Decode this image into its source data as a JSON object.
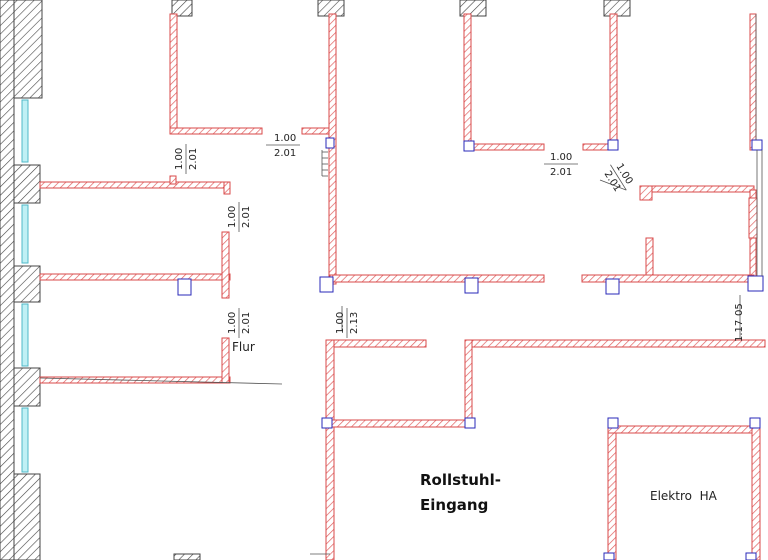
{
  "colors": {
    "wall_outline": "#d94a4a",
    "wall_hatch": "#e06060",
    "column_outline": "#2a2ab8",
    "window_fill": "#bff0f5",
    "exterior_hatch": "#444444"
  },
  "labels": {
    "flur": "Flur",
    "rollstuhl_line1": "Rollstuhl-",
    "rollstuhl_line2": "Eingang",
    "elektro": "Elektro  HA"
  },
  "door_dimensions": [
    {
      "id": "d1",
      "width": "1.00",
      "height": "2.01"
    },
    {
      "id": "d2",
      "width": "1.00",
      "height": "2.01"
    },
    {
      "id": "d3",
      "width": "1.00",
      "height": "2.01"
    },
    {
      "id": "d4",
      "width": "1.00",
      "height": "2.01"
    },
    {
      "id": "d5",
      "width": "1.00",
      "height": "2.13"
    },
    {
      "id": "d6",
      "width": "1.00",
      "height": "2.01"
    },
    {
      "id": "d7",
      "width": "1.00",
      "height": "2.01"
    },
    {
      "id": "d8",
      "width": "1.17",
      "height": "05"
    }
  ]
}
